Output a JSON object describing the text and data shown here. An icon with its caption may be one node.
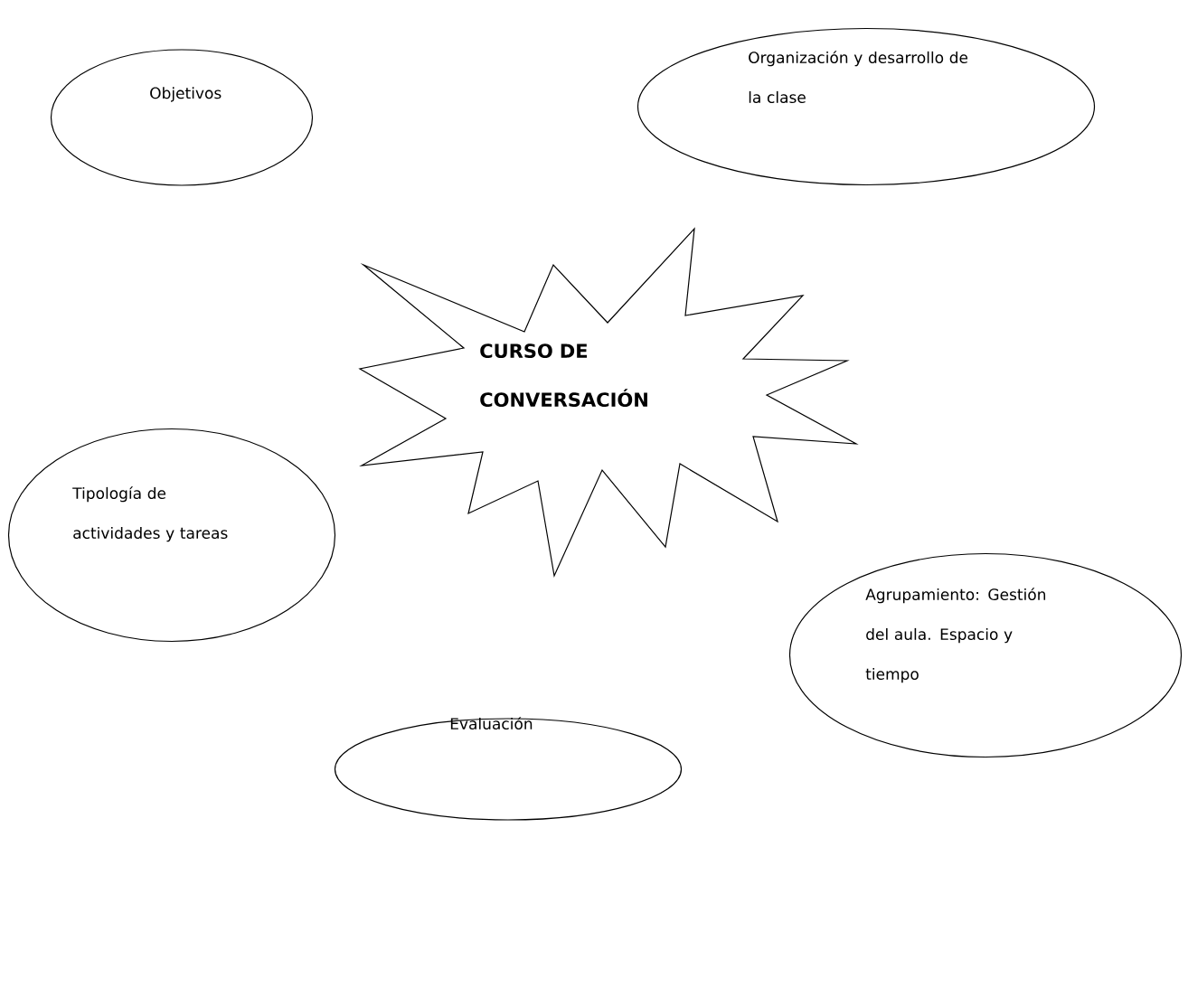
{
  "diagram": {
    "nodes": [
      {
        "text": [
          "Objetivos"
        ]
      },
      {
        "text": [
          "Organización y desarrollo de la clase"
        ]
      },
      {
        "text": [
          "CURSO DE CONVERSACIÓN"
        ]
      },
      {
        "text": [
          "Tipología de actividades y tareas"
        ]
      },
      {
        "text": [
          "Agrupamiento: Gestión del aula. Espacio y tiempo"
        ]
      },
      {
        "text": [
          "Evaluación"
        ]
      }
    ]
  }
}
